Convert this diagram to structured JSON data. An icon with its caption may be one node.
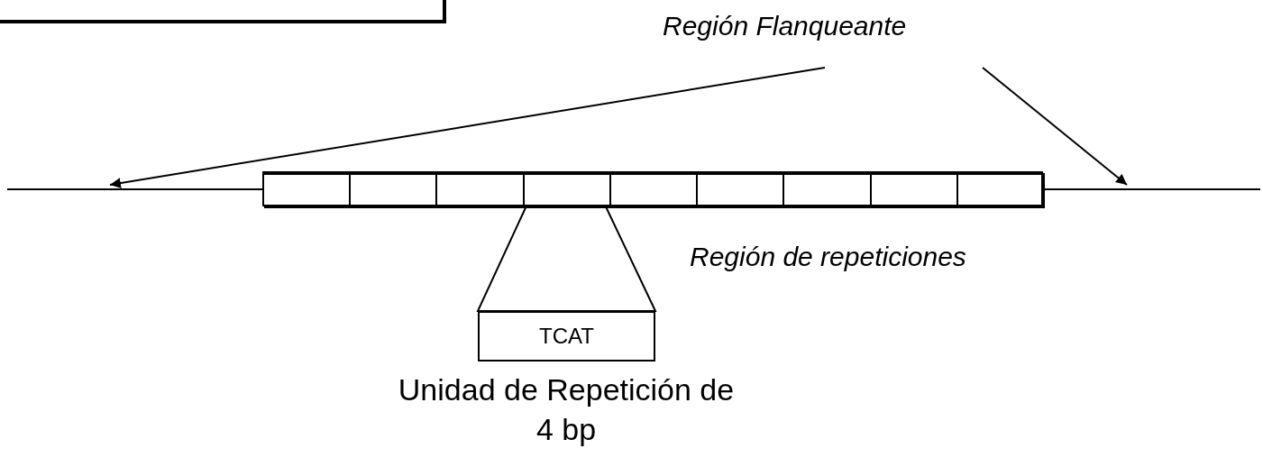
{
  "diagram": {
    "nodes": [
      {
        "text": [],
        "shape": "box"
      },
      {
        "text": [
          "Región Flanqueante"
        ]
      },
      {
        "text": [],
        "shape": "line"
      },
      {
        "text": [],
        "shape": "bar",
        "beside": [
          "Región de repeticiones"
        ]
      },
      {
        "text": [],
        "shape": "box",
        "in": 3
      },
      {
        "text": [],
        "shape": "box",
        "in": 3
      },
      {
        "text": [],
        "shape": "box",
        "in": 3
      },
      {
        "text": [],
        "shape": "box",
        "in": 3
      },
      {
        "text": [],
        "shape": "box",
        "in": 3
      },
      {
        "text": [],
        "shape": "box",
        "in": 3
      },
      {
        "text": [],
        "shape": "box",
        "in": 3
      },
      {
        "text": [],
        "shape": "box",
        "in": 3
      },
      {
        "text": [],
        "shape": "box",
        "in": 3
      },
      {
        "text": [],
        "shape": "line"
      },
      {
        "text": [
          "TCAT"
        ],
        "beside": [
          "Unidad de Repetición de 4 bp"
        ]
      }
    ],
    "edges": [
      {
        "from": 1,
        "to": 2,
        "arrow": "to"
      },
      {
        "from": 1,
        "to": 13,
        "arrow": "to"
      },
      {
        "from": 7,
        "to": 14,
        "arrow": "none"
      }
    ]
  }
}
